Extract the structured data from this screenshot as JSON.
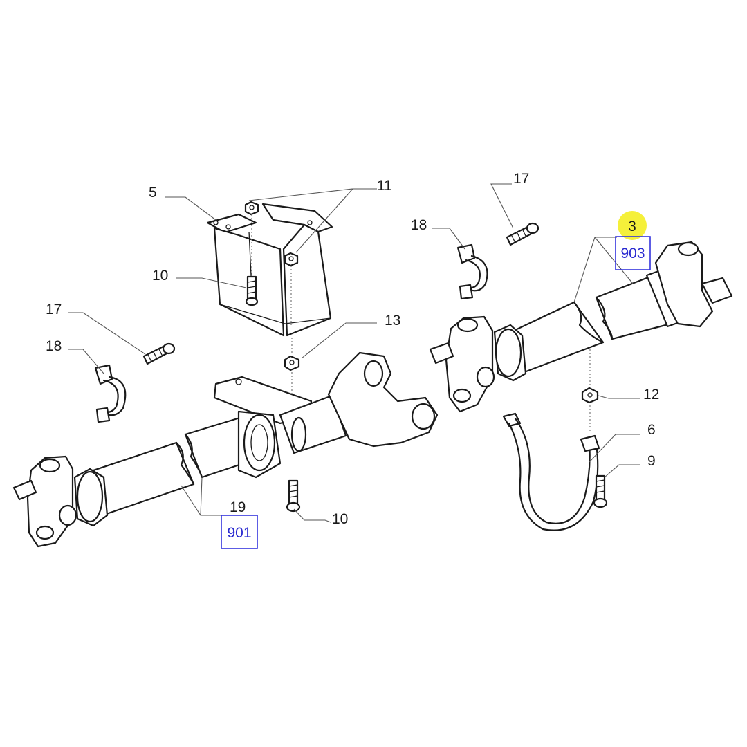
{
  "callouts": {
    "c3": "3",
    "c5": "5",
    "c6": "6",
    "c9": "9",
    "c10a": "10",
    "c10b": "10",
    "c11": "11",
    "c12": "12",
    "c13": "13",
    "c17a": "17",
    "c17b": "17",
    "c18a": "18",
    "c18b": "18",
    "c19": "19"
  },
  "references": {
    "r901": "901",
    "r903": "903"
  },
  "colors": {
    "highlight": "#f5f03a",
    "reference_link": "#2a2ad0",
    "line_art": "#1a1a1a"
  }
}
